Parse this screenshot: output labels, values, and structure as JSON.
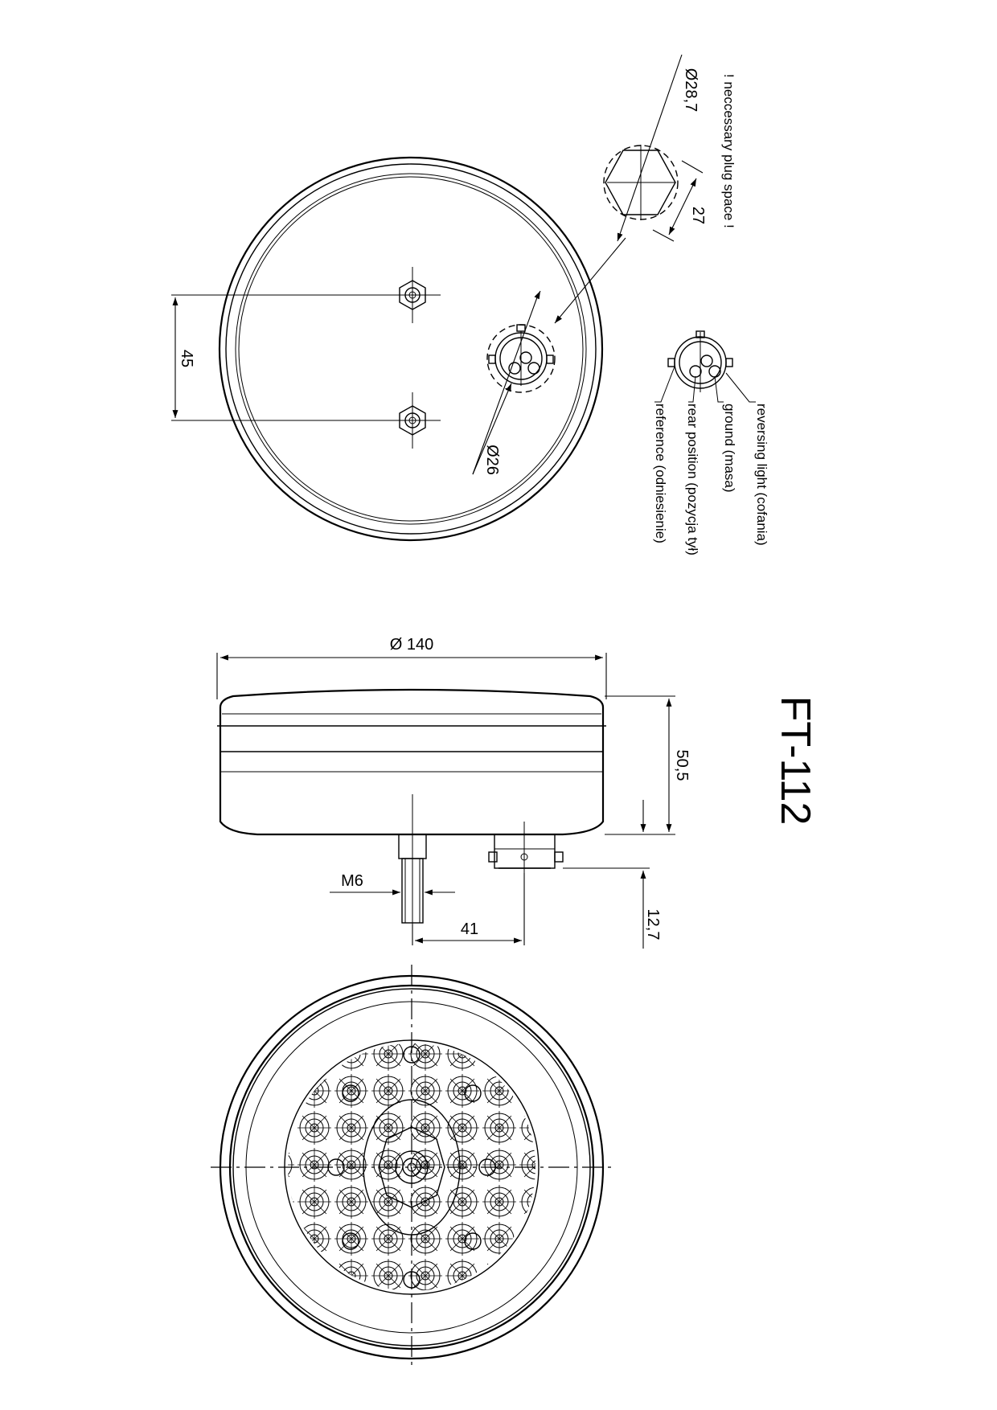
{
  "drawing": {
    "model": "FT-112",
    "plug_note": "! neccessary plug space !",
    "dimensions": {
      "diameter_plug_space": "Ø28,7",
      "plug_width": "27",
      "bolt_spacing": "45",
      "socket_diameter": "Ø26",
      "overall_diameter": "Ø 140",
      "overall_height": "50,5",
      "socket_height": "12,7",
      "thread": "M6",
      "offset": "41"
    },
    "pin_labels": [
      "reversing light (cofania)",
      "ground (masa)",
      "rear position (pozycja tył)",
      "reference (odniesienie)"
    ]
  }
}
